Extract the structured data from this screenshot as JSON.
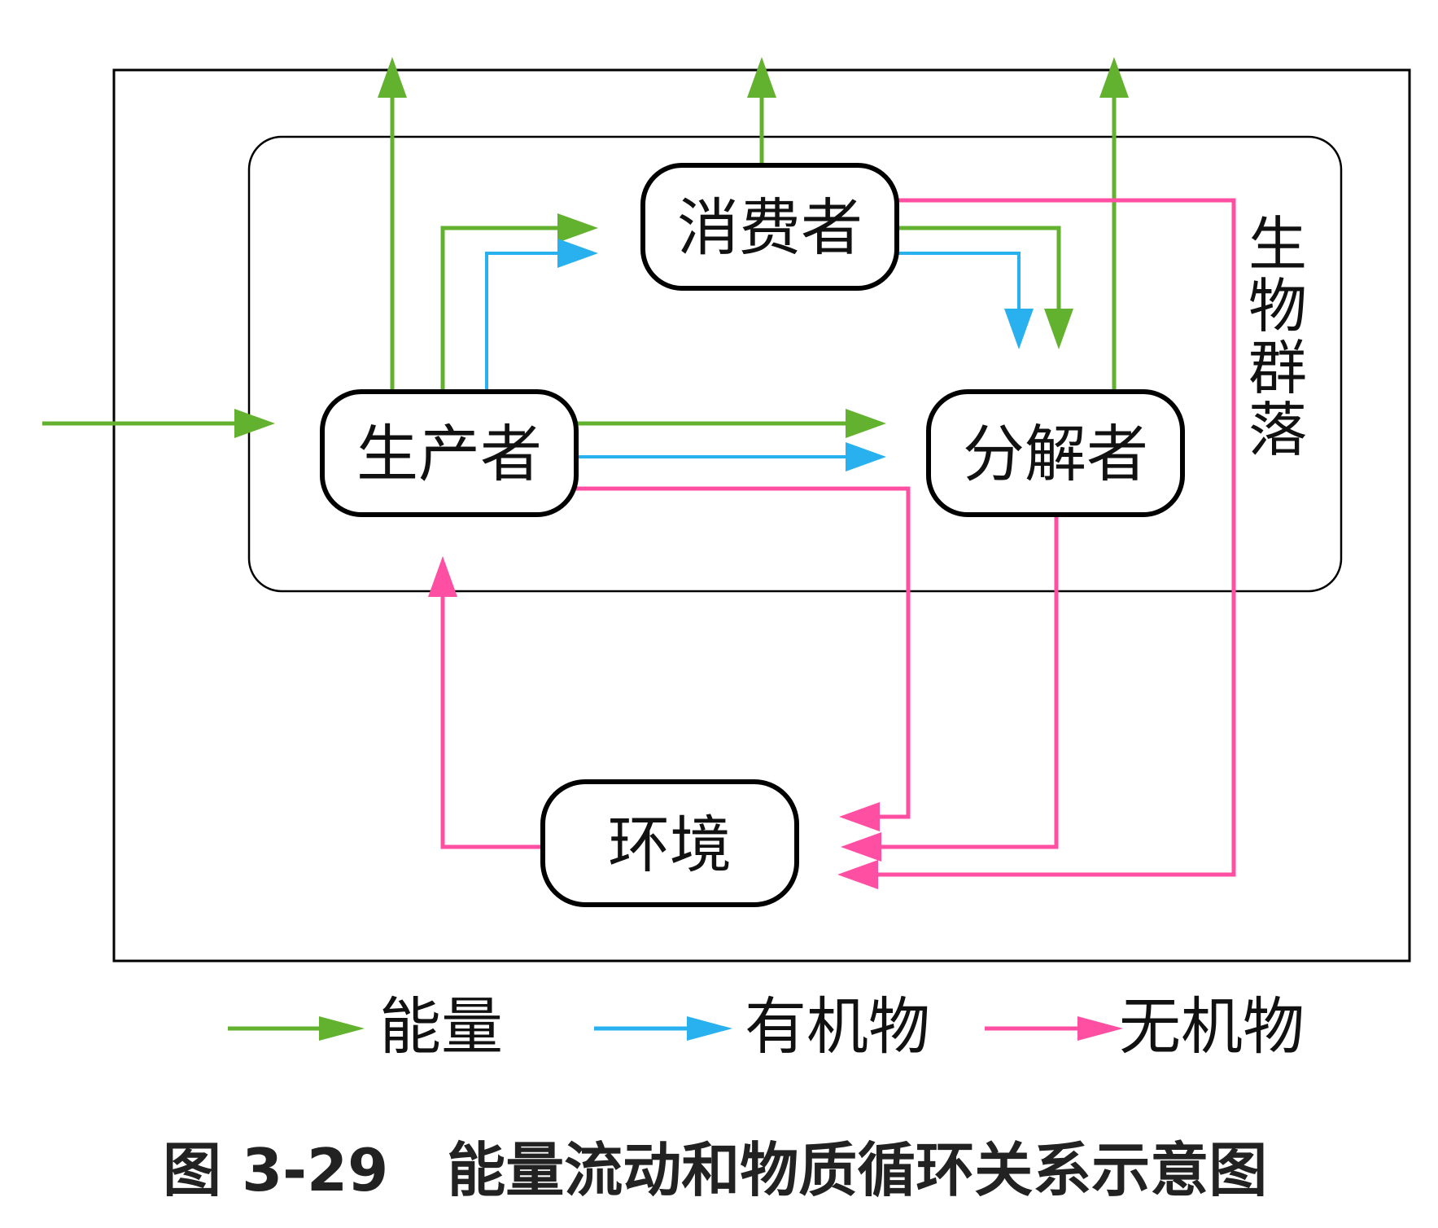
{
  "diagram": {
    "outer_frame_label": "",
    "group": {
      "id": "community",
      "label": "生物群落"
    },
    "nodes": [
      {
        "id": "consumer",
        "label": "消费者"
      },
      {
        "id": "producer",
        "label": "生产者"
      },
      {
        "id": "decomposer",
        "label": "分解者"
      },
      {
        "id": "environment",
        "label": "环境"
      }
    ],
    "flow_types": [
      {
        "id": "energy",
        "label": "能量",
        "color": "#62b22f"
      },
      {
        "id": "organic",
        "label": "有机物",
        "color": "#29b0ef"
      },
      {
        "id": "inorganic",
        "label": "无机物",
        "color": "#ff4fa3"
      }
    ],
    "edges": [
      {
        "type": "energy",
        "from": "external-input",
        "to": "producer"
      },
      {
        "type": "energy",
        "from": "producer",
        "to": "external-output"
      },
      {
        "type": "energy",
        "from": "consumer",
        "to": "external-output"
      },
      {
        "type": "energy",
        "from": "decomposer",
        "to": "external-output"
      },
      {
        "type": "energy",
        "from": "producer",
        "to": "consumer"
      },
      {
        "type": "organic",
        "from": "producer",
        "to": "consumer"
      },
      {
        "type": "energy",
        "from": "producer",
        "to": "decomposer"
      },
      {
        "type": "organic",
        "from": "producer",
        "to": "decomposer"
      },
      {
        "type": "energy",
        "from": "consumer",
        "to": "decomposer"
      },
      {
        "type": "organic",
        "from": "consumer",
        "to": "decomposer"
      },
      {
        "type": "inorganic",
        "from": "producer",
        "to": "environment"
      },
      {
        "type": "inorganic",
        "from": "decomposer",
        "to": "environment"
      },
      {
        "type": "inorganic",
        "from": "consumer",
        "to": "environment"
      },
      {
        "type": "inorganic",
        "from": "environment",
        "to": "producer"
      }
    ],
    "caption": "图 3-29　能量流动和物质循环关系示意图"
  }
}
